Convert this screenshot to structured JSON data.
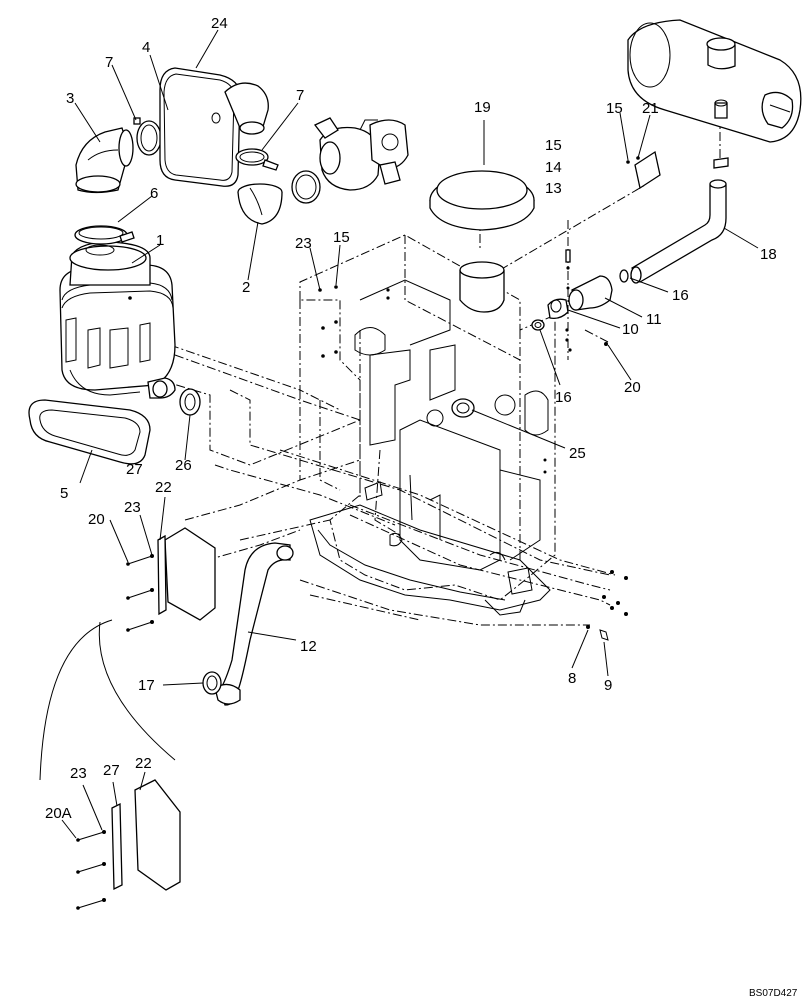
{
  "diagram": {
    "drawing_code": "BS07D427",
    "callouts": {
      "c1": "1",
      "c2": "2",
      "c3": "3",
      "c4": "4",
      "c5": "5",
      "c6": "6",
      "c7a": "7",
      "c7b": "7",
      "c8": "8",
      "c9": "9",
      "c10": "10",
      "c11": "11",
      "c12": "12",
      "c13": "13",
      "c14": "14",
      "c15a": "15",
      "c15b": "15",
      "c15c": "15",
      "c16a": "16",
      "c16b": "16",
      "c17": "17",
      "c18": "18",
      "c19": "19",
      "c20a": "20",
      "c20b": "20",
      "c20A": "20A",
      "c21": "21",
      "c22a": "22",
      "c22b": "22",
      "c23a": "23",
      "c23b": "23",
      "c23c": "23",
      "c24": "24",
      "c25": "25",
      "c26": "26",
      "c27a": "27",
      "c27b": "27"
    }
  }
}
